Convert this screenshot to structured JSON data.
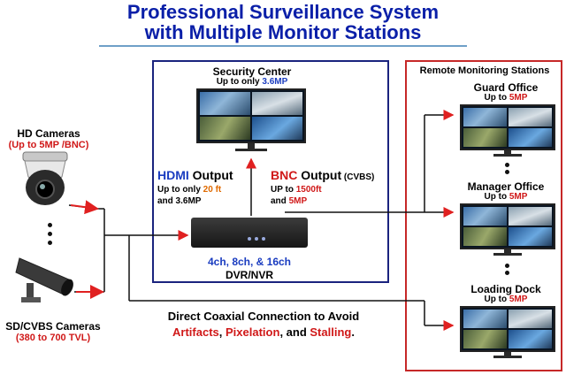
{
  "title": {
    "line1": "Professional Surveillance System",
    "line2": "with Multiple Monitor Stations"
  },
  "cameras": {
    "hd_title": "HD Cameras",
    "hd_sub": "(Up to 5MP /BNC)",
    "sd_title": "SD/CVBS Cameras",
    "sd_sub": "(380 to 700 TVL)"
  },
  "security_center": {
    "title": "Security Center",
    "sub_prefix": "Up to only ",
    "sub_value": "3.6MP"
  },
  "hdmi": {
    "label_a": "HDMI",
    "label_b": " Output",
    "line1_prefix": "Up to only ",
    "line1_value": "20 ft",
    "line2": "and 3.6MP"
  },
  "bnc": {
    "label_a": "BNC",
    "label_b": " Output",
    "label_c": " (CVBS)",
    "line1_prefix": "UP to ",
    "line1_value": "1500ft",
    "line2_prefix": "and ",
    "line2_value": "5MP"
  },
  "dvr": {
    "channels": "4ch, 8ch, & 16ch",
    "name": "DVR/NVR"
  },
  "remote": {
    "header": "Remote  Monitoring Stations",
    "stations": [
      {
        "name": "Guard Office",
        "sub_prefix": "Up to ",
        "sub_value": "5MP"
      },
      {
        "name": "Manager Office",
        "sub_prefix": "Up to ",
        "sub_value": "5MP"
      },
      {
        "name": "Loading Dock",
        "sub_prefix": "Up to ",
        "sub_value": "5MP"
      }
    ]
  },
  "bottom": {
    "line1": "Direct Coaxial Connection to Avoid",
    "w1": "Artifacts",
    "sep1": ", ",
    "w2": "Pixelation",
    "sep2": ", and ",
    "w3": "Stalling",
    "end": "."
  },
  "colors": {
    "title": "#0a1fa8",
    "accent_red": "#d01818",
    "accent_blue": "#1a3cc0",
    "accent_orange": "#e06a00",
    "dvr_box_border": "#1a237e",
    "remote_box_border": "#c62828"
  }
}
